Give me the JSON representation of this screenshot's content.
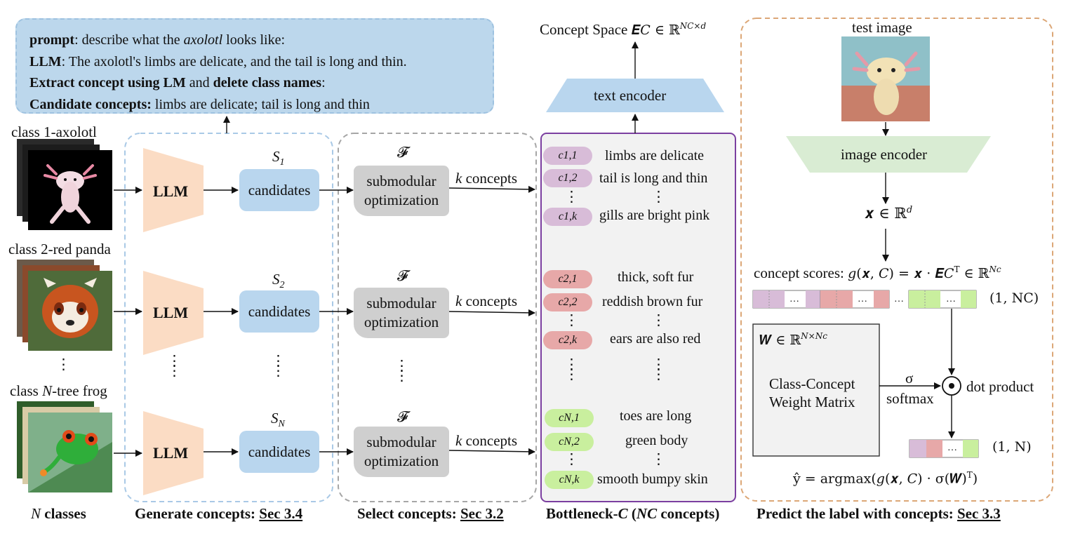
{
  "prompt_box": {
    "line1_bold": "prompt",
    "line1_rest": ": describe what the ",
    "line1_italic": "axolotl",
    "line1_end": " looks like:",
    "line2_bold": "LLM",
    "line2_rest": ": The axolotl's limbs are delicate, and the tail is long and thin.",
    "line3_bold_a": "Extract concept using LM",
    "line3_mid": " and ",
    "line3_bold_b": "delete class names",
    "line3_end": ":",
    "line4_bold": "Candidate concepts:",
    "line4_rest": " limbs are delicate; tail is long and thin"
  },
  "classes": [
    {
      "label": "class 1-axolotl"
    },
    {
      "label": "class 2-red panda"
    },
    {
      "label_pre": "class ",
      "label_ital": "N",
      "label_post": "-tree frog"
    }
  ],
  "n_classes_label": {
    "italic": "N",
    "bold": " classes"
  },
  "llm_label": "LLM",
  "candidates_label": "candidates",
  "set_labels": [
    "S1",
    "S2",
    "SN"
  ],
  "set_subs": [
    "1",
    "2",
    "N"
  ],
  "submodular": {
    "line1": "submodular",
    "line2": "optimization",
    "symbol": "𝓕"
  },
  "k_concepts": {
    "k": "k",
    "rest": " concepts"
  },
  "concepts": {
    "group1": [
      {
        "pill": "c1,1",
        "text": "limbs are delicate"
      },
      {
        "pill": "c1,2",
        "text": "tail is long and thin"
      },
      {
        "pill": "c1,k",
        "text": "gills are bright pink"
      }
    ],
    "group2": [
      {
        "pill": "c2,1",
        "text": "thick, soft fur"
      },
      {
        "pill": "c2,2",
        "text": "reddish brown fur"
      },
      {
        "pill": "c2,k",
        "text": "ears are also red"
      }
    ],
    "group3": [
      {
        "pill": "cN,1",
        "text": "toes are long"
      },
      {
        "pill": "cN,2",
        "text": "green body"
      },
      {
        "pill": "cN,k",
        "text": "smooth bumpy skin"
      }
    ]
  },
  "text_encoder": "text encoder",
  "concept_space": {
    "text": "Concept Space ",
    "math": "𝑬𝐶 ∈ ℝ",
    "sup": "NC×d"
  },
  "test_image_label": "test image",
  "image_encoder": "image encoder",
  "x_in_rd": {
    "math": "𝒙 ∈ ℝ",
    "sup": "d"
  },
  "concept_scores": {
    "text": "concept scores: ",
    "math": "𝑔(𝒙, 𝐶) = 𝒙 · 𝑬𝐶",
    "sup1": "T",
    "tail": " ∈ ℝ",
    "sup2": "Nc"
  },
  "score_shape": "(1, NC)",
  "weight_matrix": {
    "title_math": "𝑾 ∈ ℝ",
    "title_sup": "N×Nc",
    "line1": "Class-Concept",
    "line2": "Weight Matrix"
  },
  "sigma": "σ",
  "softmax": "softmax",
  "dot_product": "dot product",
  "out_shape": "(1, N)",
  "prediction": "ŷ = argmax(𝑔(𝒙, 𝐶) · σ(𝑾)",
  "prediction_sup": "T",
  "prediction_close": ")",
  "ellipsis": "…",
  "sections": [
    {
      "bold": "Generate concepts: ",
      "link": "Sec 3.4"
    },
    {
      "bold": "Select concepts: ",
      "link": "Sec 3.2"
    },
    {
      "bold_pre": "Bottleneck-",
      "ital": "C",
      "bold_post": " (",
      "ital2": "NC",
      "bold_end": " concepts)"
    },
    {
      "bold": "Predict the label with concepts: ",
      "link": "Sec 3.3"
    }
  ],
  "colors": {
    "blue_box": "#bcd7ec",
    "candidate": "#b9d6ee",
    "llm": "#fbdcc4",
    "submodular": "#cfcfcf",
    "purple": "#d8bcd8",
    "red": "#e7a8a8",
    "green": "#c9ef9e",
    "image_encoder": "#d9ecd3",
    "bottleneck_border": "#7b3fa0"
  }
}
